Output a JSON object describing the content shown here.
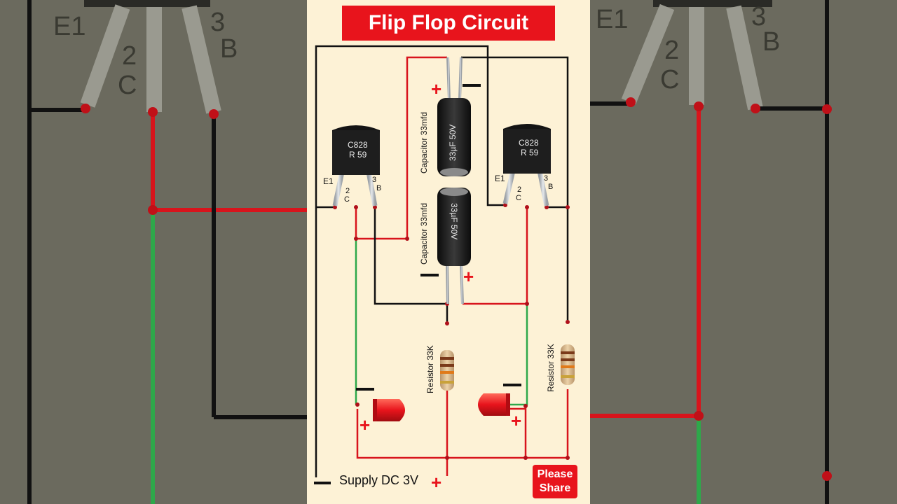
{
  "title": "Flip Flop Circuit",
  "share": {
    "line1": "Please",
    "line2": "Share"
  },
  "supply_label": "Supply DC 3V",
  "polarity": {
    "plus": "+",
    "minus": "−"
  },
  "transistors": [
    {
      "marking_line1": "C828",
      "marking_line2": "R 59",
      "pin_e": "E1",
      "pin_c_num": "2",
      "pin_c": "C",
      "pin_b_num": "3",
      "pin_b": "B"
    },
    {
      "marking_line1": "C828",
      "marking_line2": "R 59",
      "pin_e": "E1",
      "pin_c_num": "2",
      "pin_c": "C",
      "pin_b_num": "3",
      "pin_b": "B"
    }
  ],
  "capacitors": [
    {
      "label": "Capacitor 33mfd",
      "body_text": "33µF 50V"
    },
    {
      "label": "Capacitor 33mfd",
      "body_text": "33µF 50V"
    }
  ],
  "resistors": [
    {
      "label": "Resistor 33K"
    },
    {
      "label": "Resistor 33K"
    }
  ],
  "background_labels": {
    "left": {
      "pin_e": "E1",
      "pin_c_num": "2",
      "pin_c": "C",
      "pin_b_num": "3",
      "pin_b": "B"
    },
    "right": {
      "pin_e": "E1",
      "pin_c_num": "2",
      "pin_c": "C",
      "pin_b_num": "3",
      "pin_b": "B"
    }
  },
  "colors": {
    "accent_red": "#e8141c",
    "wire_black": "#111111",
    "wire_red": "#d8141c",
    "wire_green": "#2ea84a",
    "background": "#fdf2d6"
  }
}
